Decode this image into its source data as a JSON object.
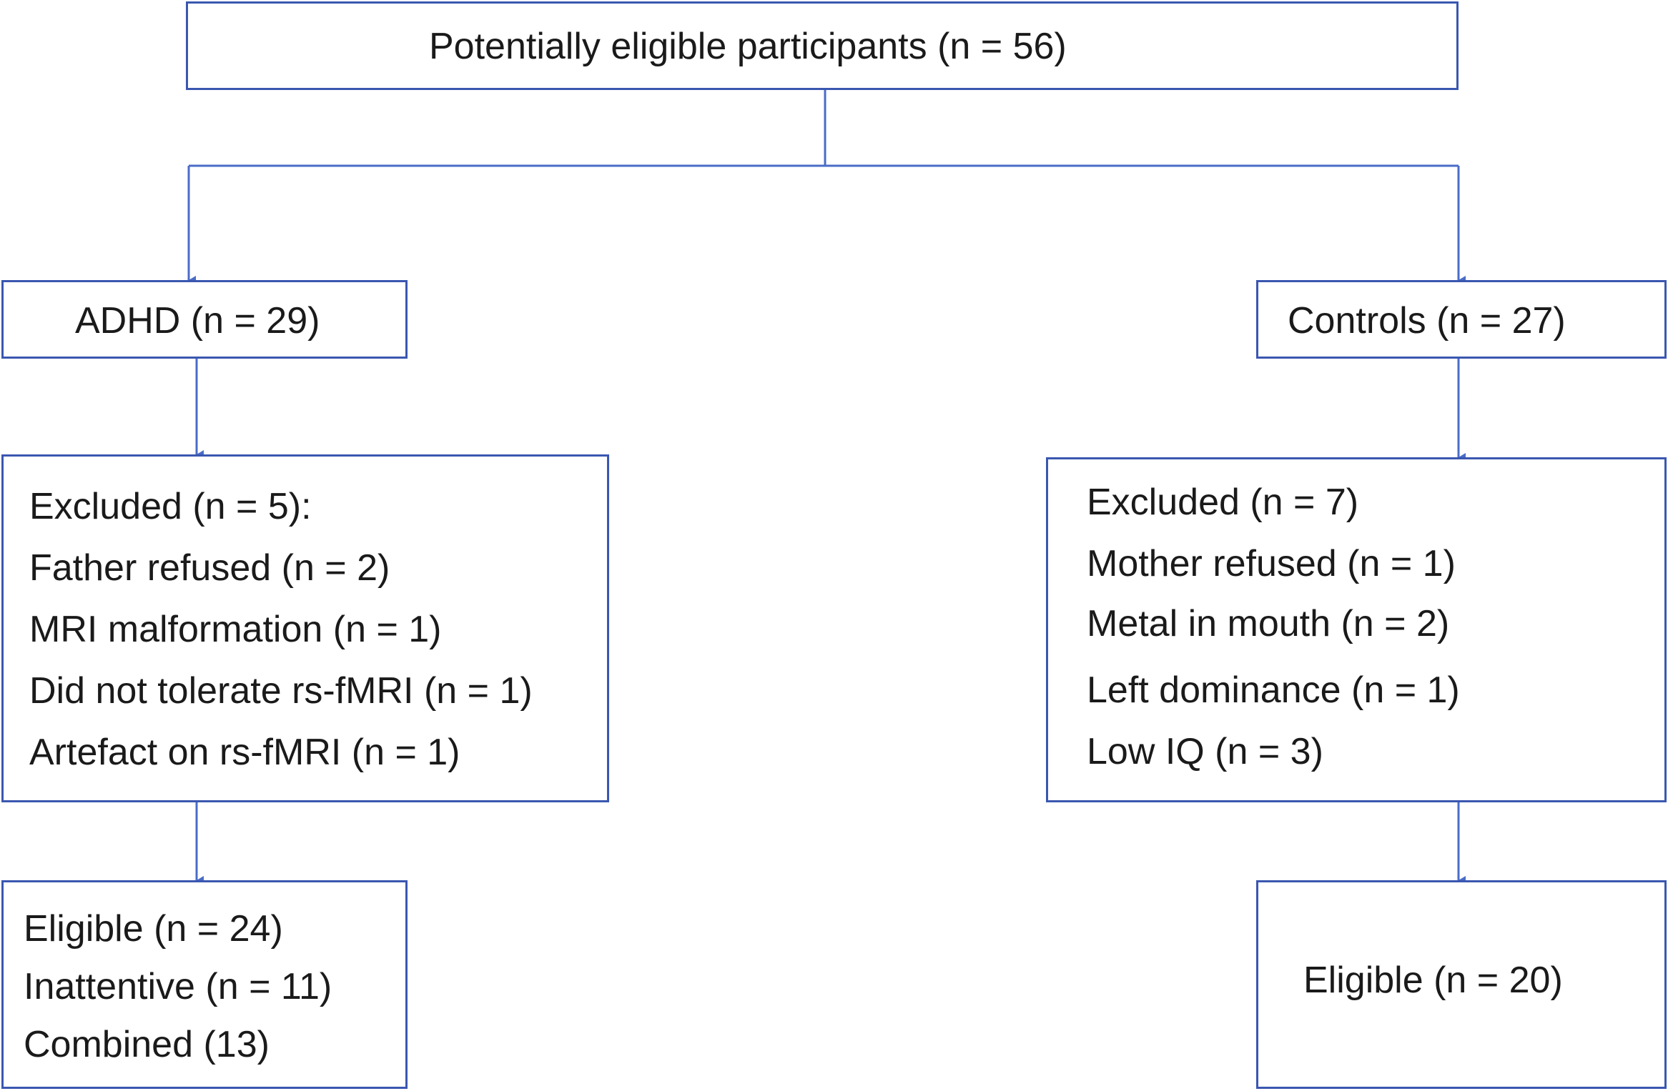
{
  "flowchart": {
    "top": {
      "label": "Potentially eligible participants (n = 56)"
    },
    "adhd": {
      "label": "ADHD (n = 29)",
      "excluded": [
        "Excluded (n = 5):",
        "Father refused (n = 2)",
        "MRI malformation (n = 1)",
        "Did not tolerate rs-fMRI (n = 1)",
        "Artefact on rs-fMRI (n = 1)"
      ],
      "eligible": [
        "Eligible (n = 24)",
        "Inattentive (n = 11)",
        "Combined (13)"
      ]
    },
    "controls": {
      "label": "Controls (n = 27)",
      "excluded": [
        "Excluded (n = 7)",
        "Mother refused (n = 1)",
        "Metal in mouth (n = 2)",
        "Left dominance (n = 1)",
        "Low IQ (n = 3)"
      ],
      "eligible": [
        "Eligible (n = 20)"
      ]
    }
  },
  "colors": {
    "border": "#3a57b0",
    "connector": "#4a6cc8",
    "text": "#1a1a1a"
  }
}
